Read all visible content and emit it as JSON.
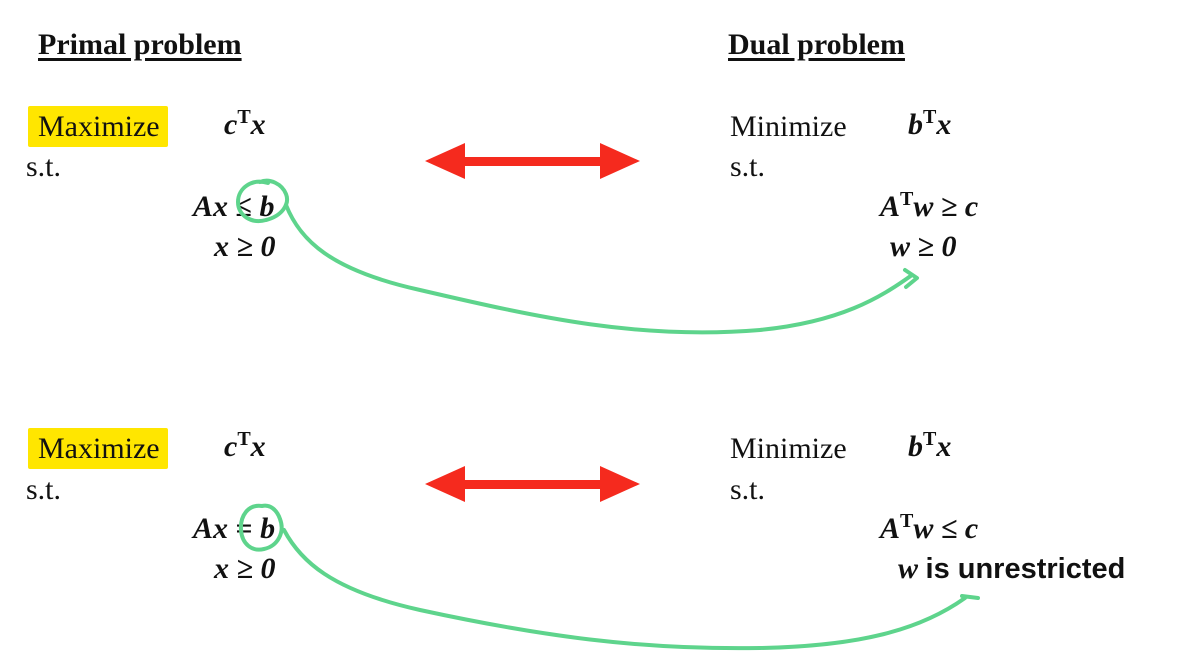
{
  "headings": {
    "primal": "Primal problem",
    "dual": "Dual problem"
  },
  "block1": {
    "primal": {
      "objective_word": "Maximize",
      "objective_expr": "c",
      "objective_sup": "T",
      "objective_var": "x",
      "st": "s.t.",
      "constraint_lhs": "Ax",
      "constraint_op": "≤",
      "constraint_rhs": "b",
      "nonneg": "x ≥ 0"
    },
    "dual": {
      "objective_word": "Minimize",
      "objective_expr": "b",
      "objective_sup": "T",
      "objective_var": "x",
      "st": "s.t.",
      "constraint_lhs": "A",
      "constraint_sup": "T",
      "constraint_rest": "w ≥ c",
      "sign": "w ≥ 0"
    }
  },
  "block2": {
    "primal": {
      "objective_word": "Maximize",
      "objective_expr": "c",
      "objective_sup": "T",
      "objective_var": "x",
      "st": "s.t.",
      "constraint_lhs": "Ax",
      "constraint_op": "=",
      "constraint_rhs": "b",
      "nonneg": "x ≥ 0"
    },
    "dual": {
      "objective_word": "Minimize",
      "objective_expr": "b",
      "objective_sup": "T",
      "objective_var": "x",
      "st": "s.t.",
      "constraint_lhs": "A",
      "constraint_sup": "T",
      "constraint_rest": "w ≤ c",
      "sign_var": "w",
      "sign_text": "is unrestricted"
    }
  },
  "colors": {
    "highlight": "#ffe600",
    "arrow": "#f52a1e",
    "annotation": "#5ed48c"
  }
}
